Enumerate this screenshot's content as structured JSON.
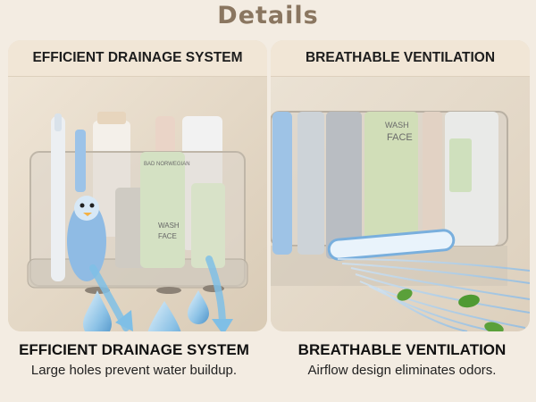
{
  "title": "Details",
  "left_panel": {
    "header": "EFFICIENT DRAINAGE SYSTEM",
    "caption_title": "EFFICIENT DRAINAGE SYSTEM",
    "caption_text": "Large holes prevent water buildup.",
    "product_labels": [
      "BAD NORWEGIAN",
      "WASH",
      "FACE"
    ]
  },
  "right_panel": {
    "header": "BREATHABLE VENTILATION",
    "caption_title": "BREATHABLE VENTILATION",
    "caption_text": "Airflow design eliminates odors.",
    "product_labels": [
      "WASH",
      "FACE"
    ]
  },
  "colors": {
    "title": "#8a7660",
    "panel_header_bg": "#f1e6d6",
    "water_drop": "#6fb2e0",
    "airflow": "#9ec8ea",
    "leaf": "#5aa03a"
  },
  "icons": [
    "water-drop-icon",
    "down-arrow-icon",
    "leaf-icon"
  ]
}
